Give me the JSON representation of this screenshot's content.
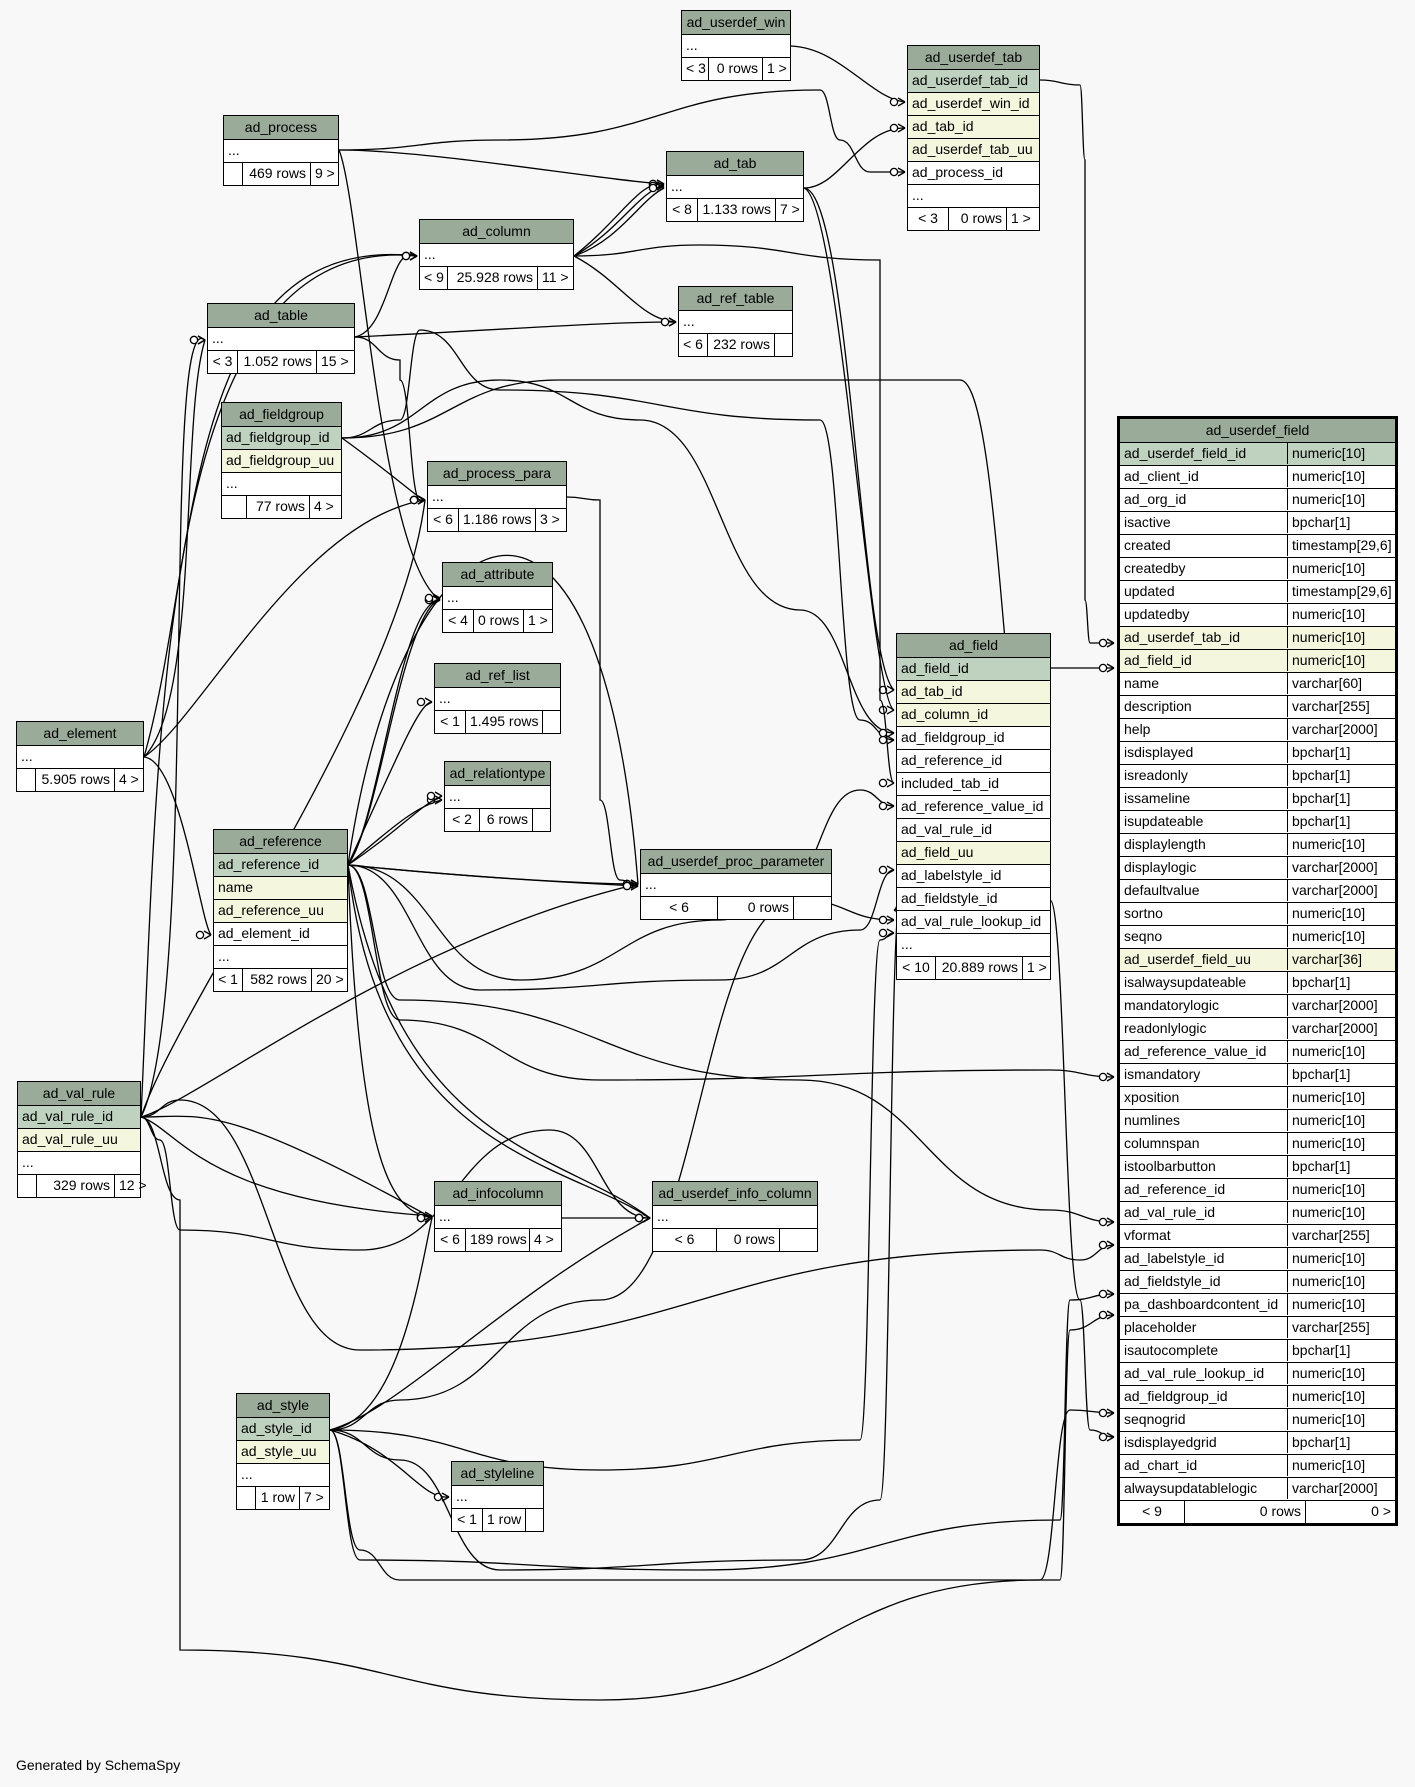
{
  "footer": "Generated by SchemaSpy",
  "colors": {
    "background": "#f8f8f8",
    "header": "#9aab9a",
    "primary_key": "#bfd1bf",
    "foreign_key": "#f4f7de"
  },
  "tables": {
    "ad_userdef_win": {
      "title": "ad_userdef_win",
      "rows": [
        "..."
      ],
      "stats": [
        "< 3",
        "0 rows",
        "1 >"
      ]
    },
    "ad_userdef_tab": {
      "title": "ad_userdef_tab",
      "rows": [
        "ad_userdef_tab_id",
        "ad_userdef_win_id",
        "ad_tab_id",
        "ad_userdef_tab_uu",
        "ad_process_id",
        "..."
      ],
      "stats": [
        "< 3",
        "0 rows",
        "1 >"
      ]
    },
    "ad_process": {
      "title": "ad_process",
      "rows": [
        "..."
      ],
      "stats": [
        "",
        "469 rows",
        "9 >"
      ]
    },
    "ad_tab": {
      "title": "ad_tab",
      "rows": [
        "..."
      ],
      "stats": [
        "< 8",
        "1.133 rows",
        "7 >"
      ]
    },
    "ad_column": {
      "title": "ad_column",
      "rows": [
        "..."
      ],
      "stats": [
        "< 9",
        "25.928 rows",
        "11 >"
      ]
    },
    "ad_table": {
      "title": "ad_table",
      "rows": [
        "..."
      ],
      "stats": [
        "< 3",
        "1.052 rows",
        "15 >"
      ]
    },
    "ad_ref_table": {
      "title": "ad_ref_table",
      "rows": [
        "..."
      ],
      "stats": [
        "< 6",
        "232 rows",
        ""
      ]
    },
    "ad_fieldgroup": {
      "title": "ad_fieldgroup",
      "rows": [
        "ad_fieldgroup_id",
        "ad_fieldgroup_uu",
        "..."
      ],
      "stats": [
        "",
        "77 rows",
        "4 >"
      ]
    },
    "ad_process_para": {
      "title": "ad_process_para",
      "rows": [
        "..."
      ],
      "stats": [
        "< 6",
        "1.186 rows",
        "3 >"
      ]
    },
    "ad_attribute": {
      "title": "ad_attribute",
      "rows": [
        "..."
      ],
      "stats": [
        "< 4",
        "0 rows",
        "1 >"
      ]
    },
    "ad_ref_list": {
      "title": "ad_ref_list",
      "rows": [
        "..."
      ],
      "stats": [
        "< 1",
        "1.495 rows",
        ""
      ]
    },
    "ad_relationtype": {
      "title": "ad_relationtype",
      "rows": [
        "..."
      ],
      "stats": [
        "< 2",
        "6 rows",
        ""
      ]
    },
    "ad_element": {
      "title": "ad_element",
      "rows": [
        "..."
      ],
      "stats": [
        "",
        "5.905 rows",
        "4 >"
      ]
    },
    "ad_reference": {
      "title": "ad_reference",
      "rows": [
        "ad_reference_id",
        "name",
        "ad_reference_uu",
        "ad_element_id",
        "..."
      ],
      "stats": [
        "< 1",
        "582 rows",
        "20 >"
      ]
    },
    "ad_userdef_proc_parameter": {
      "title": "ad_userdef_proc_parameter",
      "rows": [
        "..."
      ],
      "stats": [
        "< 6",
        "0 rows",
        ""
      ]
    },
    "ad_field": {
      "title": "ad_field",
      "rows": [
        "ad_field_id",
        "ad_tab_id",
        "ad_column_id",
        "ad_fieldgroup_id",
        "ad_reference_id",
        "included_tab_id",
        "ad_reference_value_id",
        "ad_val_rule_id",
        "ad_field_uu",
        "ad_labelstyle_id",
        "ad_fieldstyle_id",
        "ad_val_rule_lookup_id",
        "..."
      ],
      "stats": [
        "< 10",
        "20.889 rows",
        "1 >"
      ]
    },
    "ad_val_rule": {
      "title": "ad_val_rule",
      "rows": [
        "ad_val_rule_id",
        "ad_val_rule_uu",
        "..."
      ],
      "stats": [
        "",
        "329 rows",
        "12 >"
      ]
    },
    "ad_infocolumn": {
      "title": "ad_infocolumn",
      "rows": [
        "..."
      ],
      "stats": [
        "< 6",
        "189 rows",
        "4 >"
      ]
    },
    "ad_userdef_info_column": {
      "title": "ad_userdef_info_column",
      "rows": [
        "..."
      ],
      "stats": [
        "< 6",
        "0 rows",
        ""
      ]
    },
    "ad_style": {
      "title": "ad_style",
      "rows": [
        "ad_style_id",
        "ad_style_uu",
        "..."
      ],
      "stats": [
        "",
        "1 row",
        "7 >"
      ]
    },
    "ad_styleline": {
      "title": "ad_styleline",
      "rows": [
        "..."
      ],
      "stats": [
        "< 1",
        "1 row",
        ""
      ]
    },
    "ad_userdef_field": {
      "title": "ad_userdef_field",
      "columns": [
        [
          "ad_userdef_field_id",
          "numeric[10]"
        ],
        [
          "ad_client_id",
          "numeric[10]"
        ],
        [
          "ad_org_id",
          "numeric[10]"
        ],
        [
          "isactive",
          "bpchar[1]"
        ],
        [
          "created",
          "timestamp[29,6]"
        ],
        [
          "createdby",
          "numeric[10]"
        ],
        [
          "updated",
          "timestamp[29,6]"
        ],
        [
          "updatedby",
          "numeric[10]"
        ],
        [
          "ad_userdef_tab_id",
          "numeric[10]"
        ],
        [
          "ad_field_id",
          "numeric[10]"
        ],
        [
          "name",
          "varchar[60]"
        ],
        [
          "description",
          "varchar[255]"
        ],
        [
          "help",
          "varchar[2000]"
        ],
        [
          "isdisplayed",
          "bpchar[1]"
        ],
        [
          "isreadonly",
          "bpchar[1]"
        ],
        [
          "issameline",
          "bpchar[1]"
        ],
        [
          "isupdateable",
          "bpchar[1]"
        ],
        [
          "displaylength",
          "numeric[10]"
        ],
        [
          "displaylogic",
          "varchar[2000]"
        ],
        [
          "defaultvalue",
          "varchar[2000]"
        ],
        [
          "sortno",
          "numeric[10]"
        ],
        [
          "seqno",
          "numeric[10]"
        ],
        [
          "ad_userdef_field_uu",
          "varchar[36]"
        ],
        [
          "isalwaysupdateable",
          "bpchar[1]"
        ],
        [
          "mandatorylogic",
          "varchar[2000]"
        ],
        [
          "readonlylogic",
          "varchar[2000]"
        ],
        [
          "ad_reference_value_id",
          "numeric[10]"
        ],
        [
          "ismandatory",
          "bpchar[1]"
        ],
        [
          "xposition",
          "numeric[10]"
        ],
        [
          "numlines",
          "numeric[10]"
        ],
        [
          "columnspan",
          "numeric[10]"
        ],
        [
          "istoolbarbutton",
          "bpchar[1]"
        ],
        [
          "ad_reference_id",
          "numeric[10]"
        ],
        [
          "ad_val_rule_id",
          "numeric[10]"
        ],
        [
          "vformat",
          "varchar[255]"
        ],
        [
          "ad_labelstyle_id",
          "numeric[10]"
        ],
        [
          "ad_fieldstyle_id",
          "numeric[10]"
        ],
        [
          "pa_dashboardcontent_id",
          "numeric[10]"
        ],
        [
          "placeholder",
          "varchar[255]"
        ],
        [
          "isautocomplete",
          "bpchar[1]"
        ],
        [
          "ad_val_rule_lookup_id",
          "numeric[10]"
        ],
        [
          "ad_fieldgroup_id",
          "numeric[10]"
        ],
        [
          "seqnogrid",
          "numeric[10]"
        ],
        [
          "isdisplayedgrid",
          "bpchar[1]"
        ],
        [
          "ad_chart_id",
          "numeric[10]"
        ],
        [
          "alwaysupdatablelogic",
          "varchar[2000]"
        ]
      ],
      "stats": [
        "< 9",
        "0 rows",
        "0 >"
      ]
    }
  }
}
